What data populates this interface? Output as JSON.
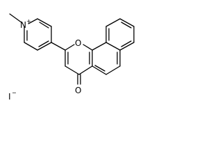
{
  "structure": {
    "atoms": {
      "ring_nitrogen": "N",
      "ring_nitrogen_charge": "+",
      "ring_oxygen": "O",
      "carbonyl_oxygen": "O"
    },
    "counter_ion": {
      "symbol": "I",
      "charge": "−"
    }
  },
  "colors": {
    "ink": "#000000",
    "background": "#ffffff"
  }
}
